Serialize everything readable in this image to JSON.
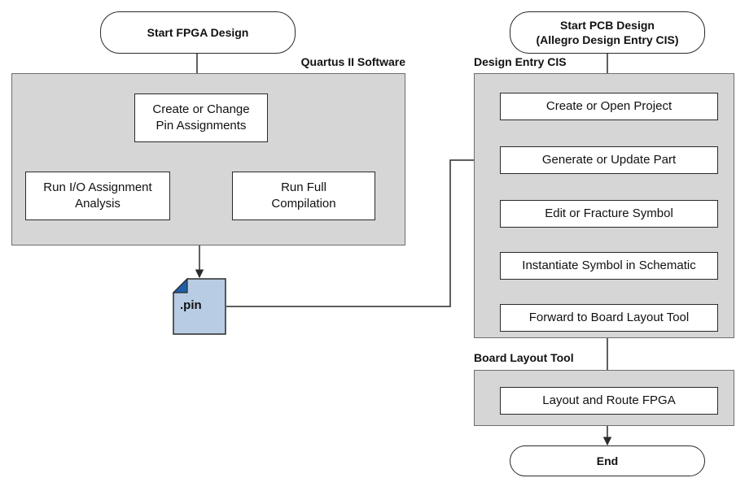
{
  "fpga_flow": {
    "start": "Start FPGA Design",
    "panel_title": "Quartus II Software",
    "create_pin": [
      "Create or Change",
      "Pin Assignments"
    ],
    "run_io": [
      "Run I/O Assignment",
      "Analysis"
    ],
    "run_full": [
      "Run Full",
      "Compilation"
    ]
  },
  "pin_file": {
    "label": ".pin"
  },
  "pcb_flow": {
    "start": [
      "Start PCB Design",
      "(Allegro Design Entry CIS)"
    ],
    "entry_panel_title": "Design Entry CIS",
    "steps": [
      "Create or Open Project",
      "Generate or Update Part",
      "Edit or Fracture Symbol",
      "Instantiate Symbol in Schematic",
      "Forward to Board Layout Tool"
    ],
    "board_panel_title": "Board Layout Tool",
    "layout_step": "Layout and Route FPGA",
    "end": "End"
  },
  "colors": {
    "panel_fill": "#d6d6d6",
    "panel_border": "#6e6e6e",
    "file_fill": "#b8cce4",
    "file_corner": "#1f5fa8",
    "line": "#2a2a2a"
  }
}
